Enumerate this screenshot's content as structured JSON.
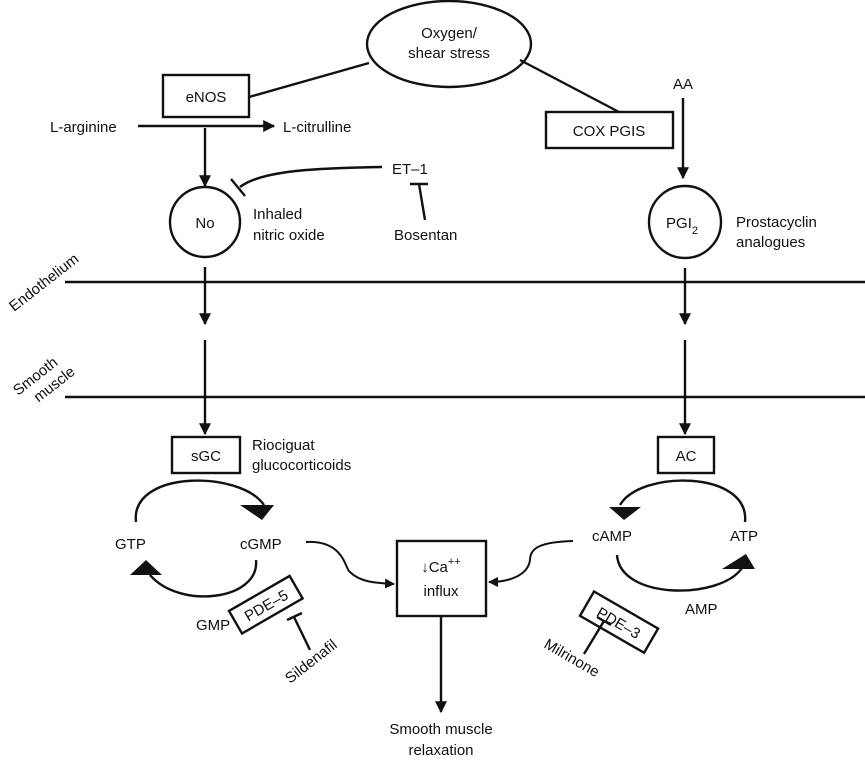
{
  "title": "Pulmonary vasodilation pathways: NO, prostacyclin and endothelin",
  "colors": {
    "ink": "#111111",
    "background": "#ffffff"
  },
  "regions": {
    "endothelium": "Endothelium",
    "smooth_muscle_line1": "Smooth",
    "smooth_muscle_line2": "muscle"
  },
  "nodes": {
    "stimulus_line1": "Oxygen/",
    "stimulus_line2": "shear stress",
    "enos": "eNOS",
    "l_arginine": "L-arginine",
    "l_citrulline": "L-citrulline",
    "no": "No",
    "inhaled_no_line1": "Inhaled",
    "inhaled_no_line2": "nitric oxide",
    "et1": "ET–1",
    "bosentan": "Bosentan",
    "cox_pgis": "COX PGIS",
    "aa": "AA",
    "pgi2_base": "PGI",
    "pgi2_sub": "2",
    "prostacyclin_line1": "Prostacyclin",
    "prostacyclin_line2": "analogues",
    "sgc": "sGC",
    "riociguat_line1": "Riociguat",
    "riociguat_line2": "glucocorticoids",
    "gtp": "GTP",
    "cgmp": "cGMP",
    "gmp": "GMP",
    "pde5": "PDE–5",
    "sildenafil": "Sildenafil",
    "ac": "AC",
    "camp": "cAMP",
    "atp": "ATP",
    "amp": "AMP",
    "pde3": "PDE–3",
    "milrinone": "Milrinone",
    "ca_line1": "↓Ca",
    "ca_sup": "++",
    "ca_line2": "influx",
    "outcome_line1": "Smooth muscle",
    "outcome_line2": "relaxation"
  },
  "edges": [
    {
      "from": "Oxygen/shear stress",
      "to": "eNOS",
      "type": "line"
    },
    {
      "from": "Oxygen/shear stress",
      "to": "COX PGIS",
      "type": "line"
    },
    {
      "from": "L-arginine",
      "to": "L-citrulline",
      "type": "arrow"
    },
    {
      "from": "L-arginine",
      "to": "No",
      "type": "arrow"
    },
    {
      "from": "ET-1",
      "to": "No",
      "type": "inhibition"
    },
    {
      "from": "Bosentan",
      "to": "ET-1",
      "type": "inhibition"
    },
    {
      "from": "AA",
      "to": "PGI2",
      "type": "arrow"
    },
    {
      "from": "No",
      "to": "sGC",
      "type": "arrow"
    },
    {
      "from": "PGI2",
      "to": "AC",
      "type": "arrow"
    },
    {
      "from": "GTP",
      "to": "cGMP",
      "type": "arrow",
      "via": "sGC"
    },
    {
      "from": "cGMP",
      "to": "GTP",
      "type": "arrow",
      "via": "PDE-5"
    },
    {
      "from": "ATP",
      "to": "cAMP",
      "type": "arrow",
      "via": "AC"
    },
    {
      "from": "cAMP",
      "to": "ATP",
      "type": "arrow",
      "via": "PDE-3"
    },
    {
      "from": "Sildenafil",
      "to": "PDE-5",
      "type": "inhibition"
    },
    {
      "from": "Milrinone",
      "to": "PDE-3",
      "type": "inhibition"
    },
    {
      "from": "cGMP",
      "to": "↓Ca++ influx",
      "type": "arrow"
    },
    {
      "from": "cAMP",
      "to": "↓Ca++ influx",
      "type": "arrow"
    },
    {
      "from": "↓Ca++ influx",
      "to": "Smooth muscle relaxation",
      "type": "arrow"
    }
  ]
}
